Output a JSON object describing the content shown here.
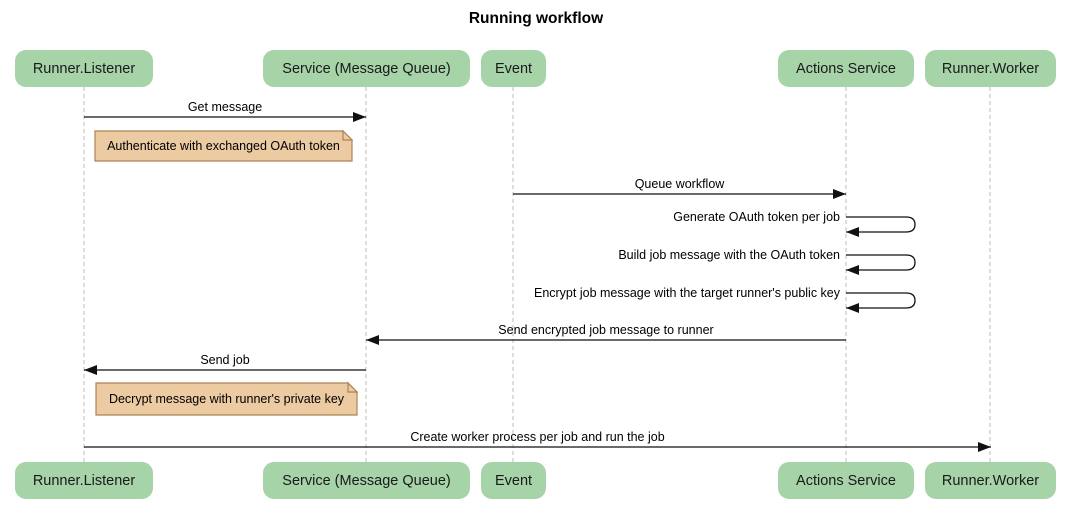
{
  "title": "Running workflow",
  "colors": {
    "actor-fill": "#a6d3a8",
    "actor-text": "#1a1a1a",
    "note-fill": "#eccaa2",
    "note-border": "#aa8453",
    "lifeline": "#bcbcbc",
    "line": "#111111",
    "background": "#ffffff"
  },
  "participants": [
    {
      "label": "Runner.Listener"
    },
    {
      "label": "Service (Message Queue)"
    },
    {
      "label": "Event"
    },
    {
      "label": "Actions Service"
    },
    {
      "label": "Runner.Worker"
    }
  ],
  "messages": [
    {
      "label": "Get message",
      "from": "Runner.Listener",
      "to": "Service (Message Queue)",
      "type": "solid"
    },
    {
      "label": "Queue workflow",
      "from": "Event",
      "to": "Actions Service",
      "type": "solid"
    },
    {
      "label": "Generate OAuth token per job",
      "from": "Actions Service",
      "to": "Actions Service",
      "type": "self"
    },
    {
      "label": "Build job message with the OAuth token",
      "from": "Actions Service",
      "to": "Actions Service",
      "type": "self"
    },
    {
      "label": "Encrypt job message with the target runner's public key",
      "from": "Actions Service",
      "to": "Actions Service",
      "type": "self"
    },
    {
      "label": "Send encrypted job message to runner",
      "from": "Actions Service",
      "to": "Service (Message Queue)",
      "type": "solid"
    },
    {
      "label": "Send job",
      "from": "Service (Message Queue)",
      "to": "Runner.Listener",
      "type": "solid"
    },
    {
      "label": "Create worker process per job and run the job",
      "from": "Runner.Listener",
      "to": "Runner.Worker",
      "type": "solid"
    }
  ],
  "notes": [
    {
      "label": "Authenticate with exchanged OAuth token",
      "anchor": "Runner.Listener"
    },
    {
      "label": "Decrypt message with runner's private key",
      "anchor": "Runner.Listener"
    }
  ]
}
